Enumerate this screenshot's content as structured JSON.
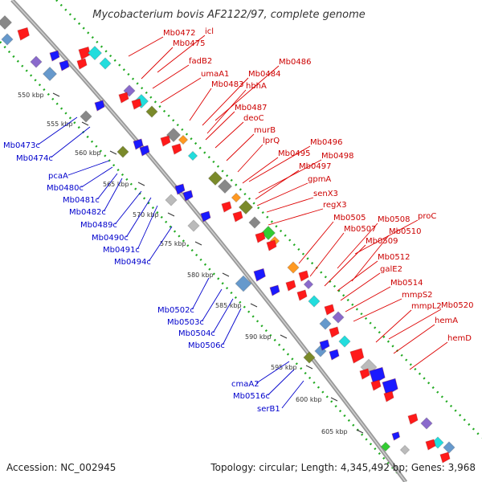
{
  "title": "Mycobacterium bovis AF2122/97, complete genome",
  "footer": {
    "accession": "Accession: NC_002945",
    "topology": "Topology: circular; Length: 4,345,492 bp; Genes: 3,968"
  },
  "colors": {
    "forward": "#ff0000",
    "reverse": "#0000ff",
    "forward_label": "#cc0000",
    "reverse_label": "#0000cc",
    "backbone": "#888888",
    "tick_dots": "#22aa22"
  },
  "axis": {
    "ticks": [
      "550 kbp",
      "555 kbp",
      "560 kbp",
      "565 kbp",
      "570 kbp",
      "575 kbp",
      "580 kbp",
      "585 kbp",
      "590 kbp",
      "595 kbp",
      "600 kbp",
      "605 kbp"
    ]
  },
  "forward_labels": [
    "Mb0472",
    "icl",
    "Mb0475",
    "fadB2",
    "umaA1",
    "Mb0486",
    "Mb0484",
    "Mb0483",
    "hbhA",
    "Mb0487",
    "deoC",
    "murB",
    "lprQ",
    "Mb0496",
    "Mb0495",
    "Mb0498",
    "Mb0497",
    "gpmA",
    "senX3",
    "regX3",
    "proC",
    "Mb0505",
    "Mb0508",
    "Mb0507",
    "Mb0510",
    "Mb0509",
    "Mb0512",
    "galE2",
    "Mb0514",
    "mmpS2",
    "Mb0520",
    "mmpL2",
    "hemA",
    "hemD"
  ],
  "reverse_labels": [
    "Mb0473c",
    "Mb0474c",
    "pcaA",
    "Mb0480c",
    "Mb0481c",
    "Mb0482c",
    "Mb0489c",
    "Mb0490c",
    "Mb0491c",
    "Mb0494c",
    "Mb0502c",
    "Mb0503c",
    "Mb0504c",
    "Mb0506c",
    "cmaA2",
    "Mb0516c",
    "serB1"
  ]
}
